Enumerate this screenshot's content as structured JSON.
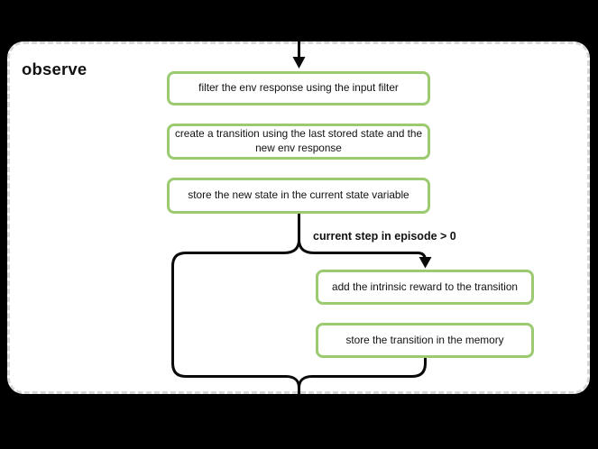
{
  "colors": {
    "bg": "#000000",
    "panel_bg": "#ffffff",
    "panel_border": "#d8d8d8",
    "node_bg": "#ffffff",
    "node_border": "#9bca70",
    "edge": "#0a0a0a",
    "text": "#111111"
  },
  "panel": {
    "title": "observe"
  },
  "nodes": [
    {
      "label": "filter the env response using the input filter"
    },
    {
      "label": "create a transition using the last stored state and the\nnew env response"
    },
    {
      "label": "store the new state in the current state variable"
    },
    {
      "label": "add the intrinsic reward to the transition"
    },
    {
      "label": "store the transition in the memory"
    }
  ],
  "edges": {
    "condition_label": "current step in episode > 0"
  }
}
